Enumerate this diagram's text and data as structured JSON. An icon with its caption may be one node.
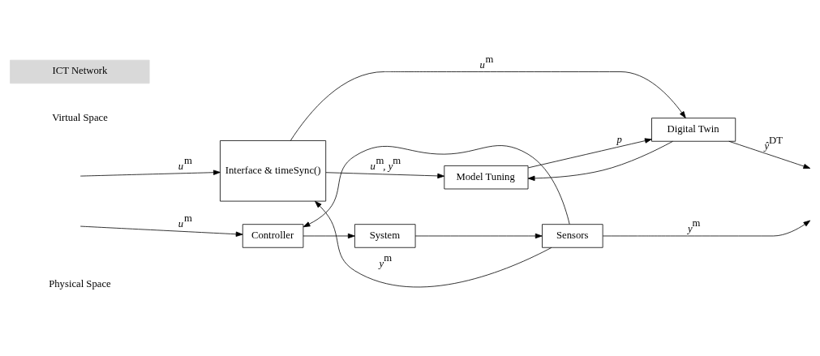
{
  "diagram": {
    "nodes": [
      {
        "text": [
          "Interface & timeSync()"
        ]
      },
      {
        "text": [
          "Model Tuning"
        ]
      },
      {
        "text": [
          "Digital Twin"
        ]
      },
      {
        "text": [
          "Controller"
        ]
      },
      {
        "text": [
          "System"
        ]
      },
      {
        "text": [
          "Sensors"
        ]
      },
      {
        "text": [
          "ICT Network"
        ]
      }
    ],
    "edges": [
      {
        "from": 0,
        "to": 1,
        "arrow": "to",
        "label": "u$^{m}$, y$^{m}$"
      },
      {
        "from": 0,
        "to": 2,
        "arrow": "to",
        "label": "u$^{m}$"
      },
      {
        "from": 1,
        "to": 2,
        "arrow": "to",
        "label": "p"
      },
      {
        "from": null,
        "to": 3,
        "arrow": "to",
        "label": "u$^{m}$"
      },
      {
        "from": null,
        "to": 0,
        "arrow": "to",
        "label": "u$^{m}$"
      },
      {
        "from": 5,
        "to": 0,
        "arrow": "to",
        "label": "y$^{m}$"
      },
      {
        "from": 5,
        "to": null,
        "arrow": "to",
        "label": "y$^{m}$"
      },
      {
        "from": 2,
        "to": null,
        "arrow": "to",
        "label": "ŷ$^{DT}$"
      },
      {
        "from": 2,
        "to": 1,
        "arrow": "to"
      },
      {
        "from": 3,
        "to": 4,
        "arrow": "to"
      },
      {
        "from": 4,
        "to": 5,
        "arrow": "to"
      },
      {
        "from": 5,
        "to": 3,
        "arrow": "to"
      }
    ],
    "labels": [
      "Virtual Space",
      "Physical Space"
    ]
  }
}
